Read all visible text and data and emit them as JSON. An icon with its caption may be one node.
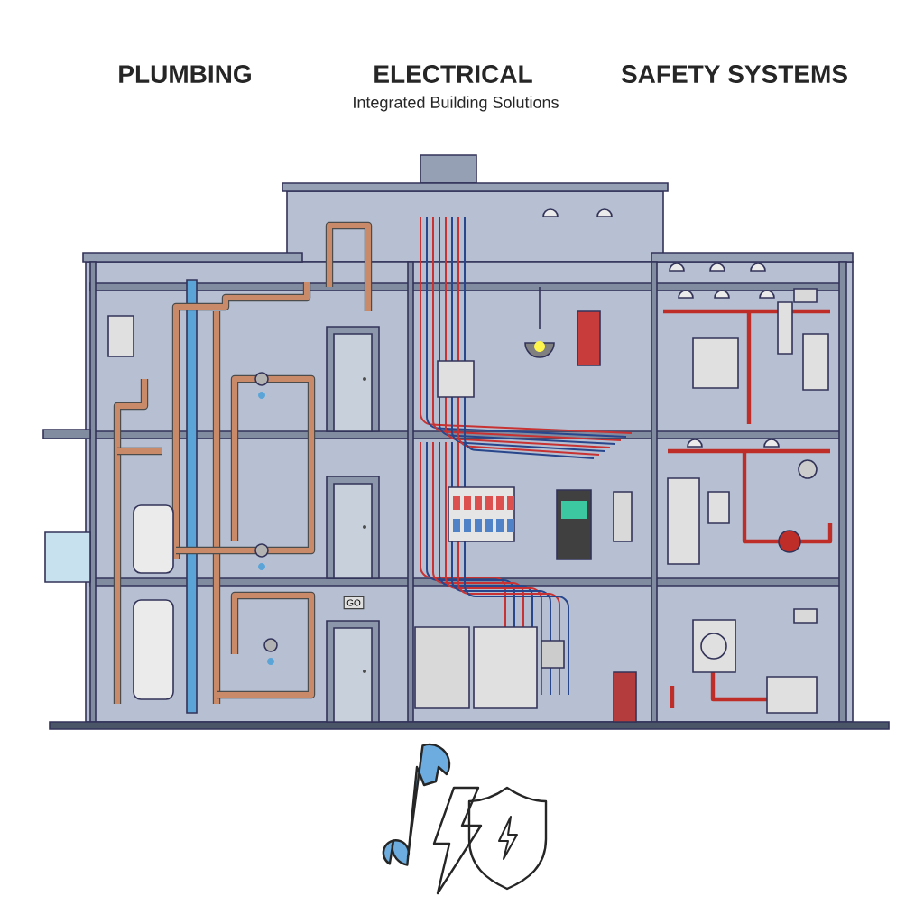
{
  "diagram": {
    "labels": [
      "PLUMBING",
      "ELECTRICAL",
      "SAFETY SYSTEMS",
      "Integrated Building Solutions",
      "GO"
    ]
  }
}
